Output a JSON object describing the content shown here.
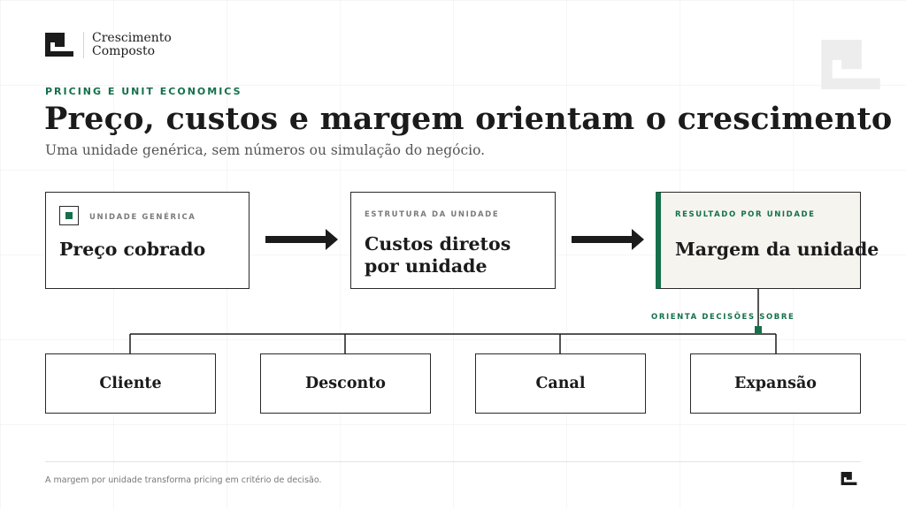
{
  "brand": {
    "line1": "Crescimento",
    "line2": "Composto",
    "logo_icon": "crescimento-composto-logo"
  },
  "header": {
    "eyebrow": "PRICING E UNIT ECONOMICS",
    "title": "Preço, custos e margem orientam o crescimento",
    "subtitle": "Uma unidade genérica, sem números ou simulação do negócio."
  },
  "flow": {
    "steps": [
      {
        "label": "UNIDADE GENÉRICA",
        "title": "Preço cobrado",
        "icon": "unit-square-icon"
      },
      {
        "label": "ESTRUTURA DA UNIDADE",
        "title_lines": [
          "Custos diretos",
          "por unidade"
        ]
      },
      {
        "label": "RESULTADO POR UNIDADE",
        "title": "Margem da unidade"
      }
    ],
    "connector_label": "ORIENTA DECISÕES SOBRE",
    "decisions": [
      "Cliente",
      "Desconto",
      "Canal",
      "Expansão"
    ]
  },
  "footer": {
    "note": "A margem por unidade transforma pricing em critério de decisão."
  },
  "colors": {
    "accent": "#15704b",
    "ink": "#1b1b1b",
    "muted": "#555555",
    "highlight_bg": "#f5f4ef"
  }
}
